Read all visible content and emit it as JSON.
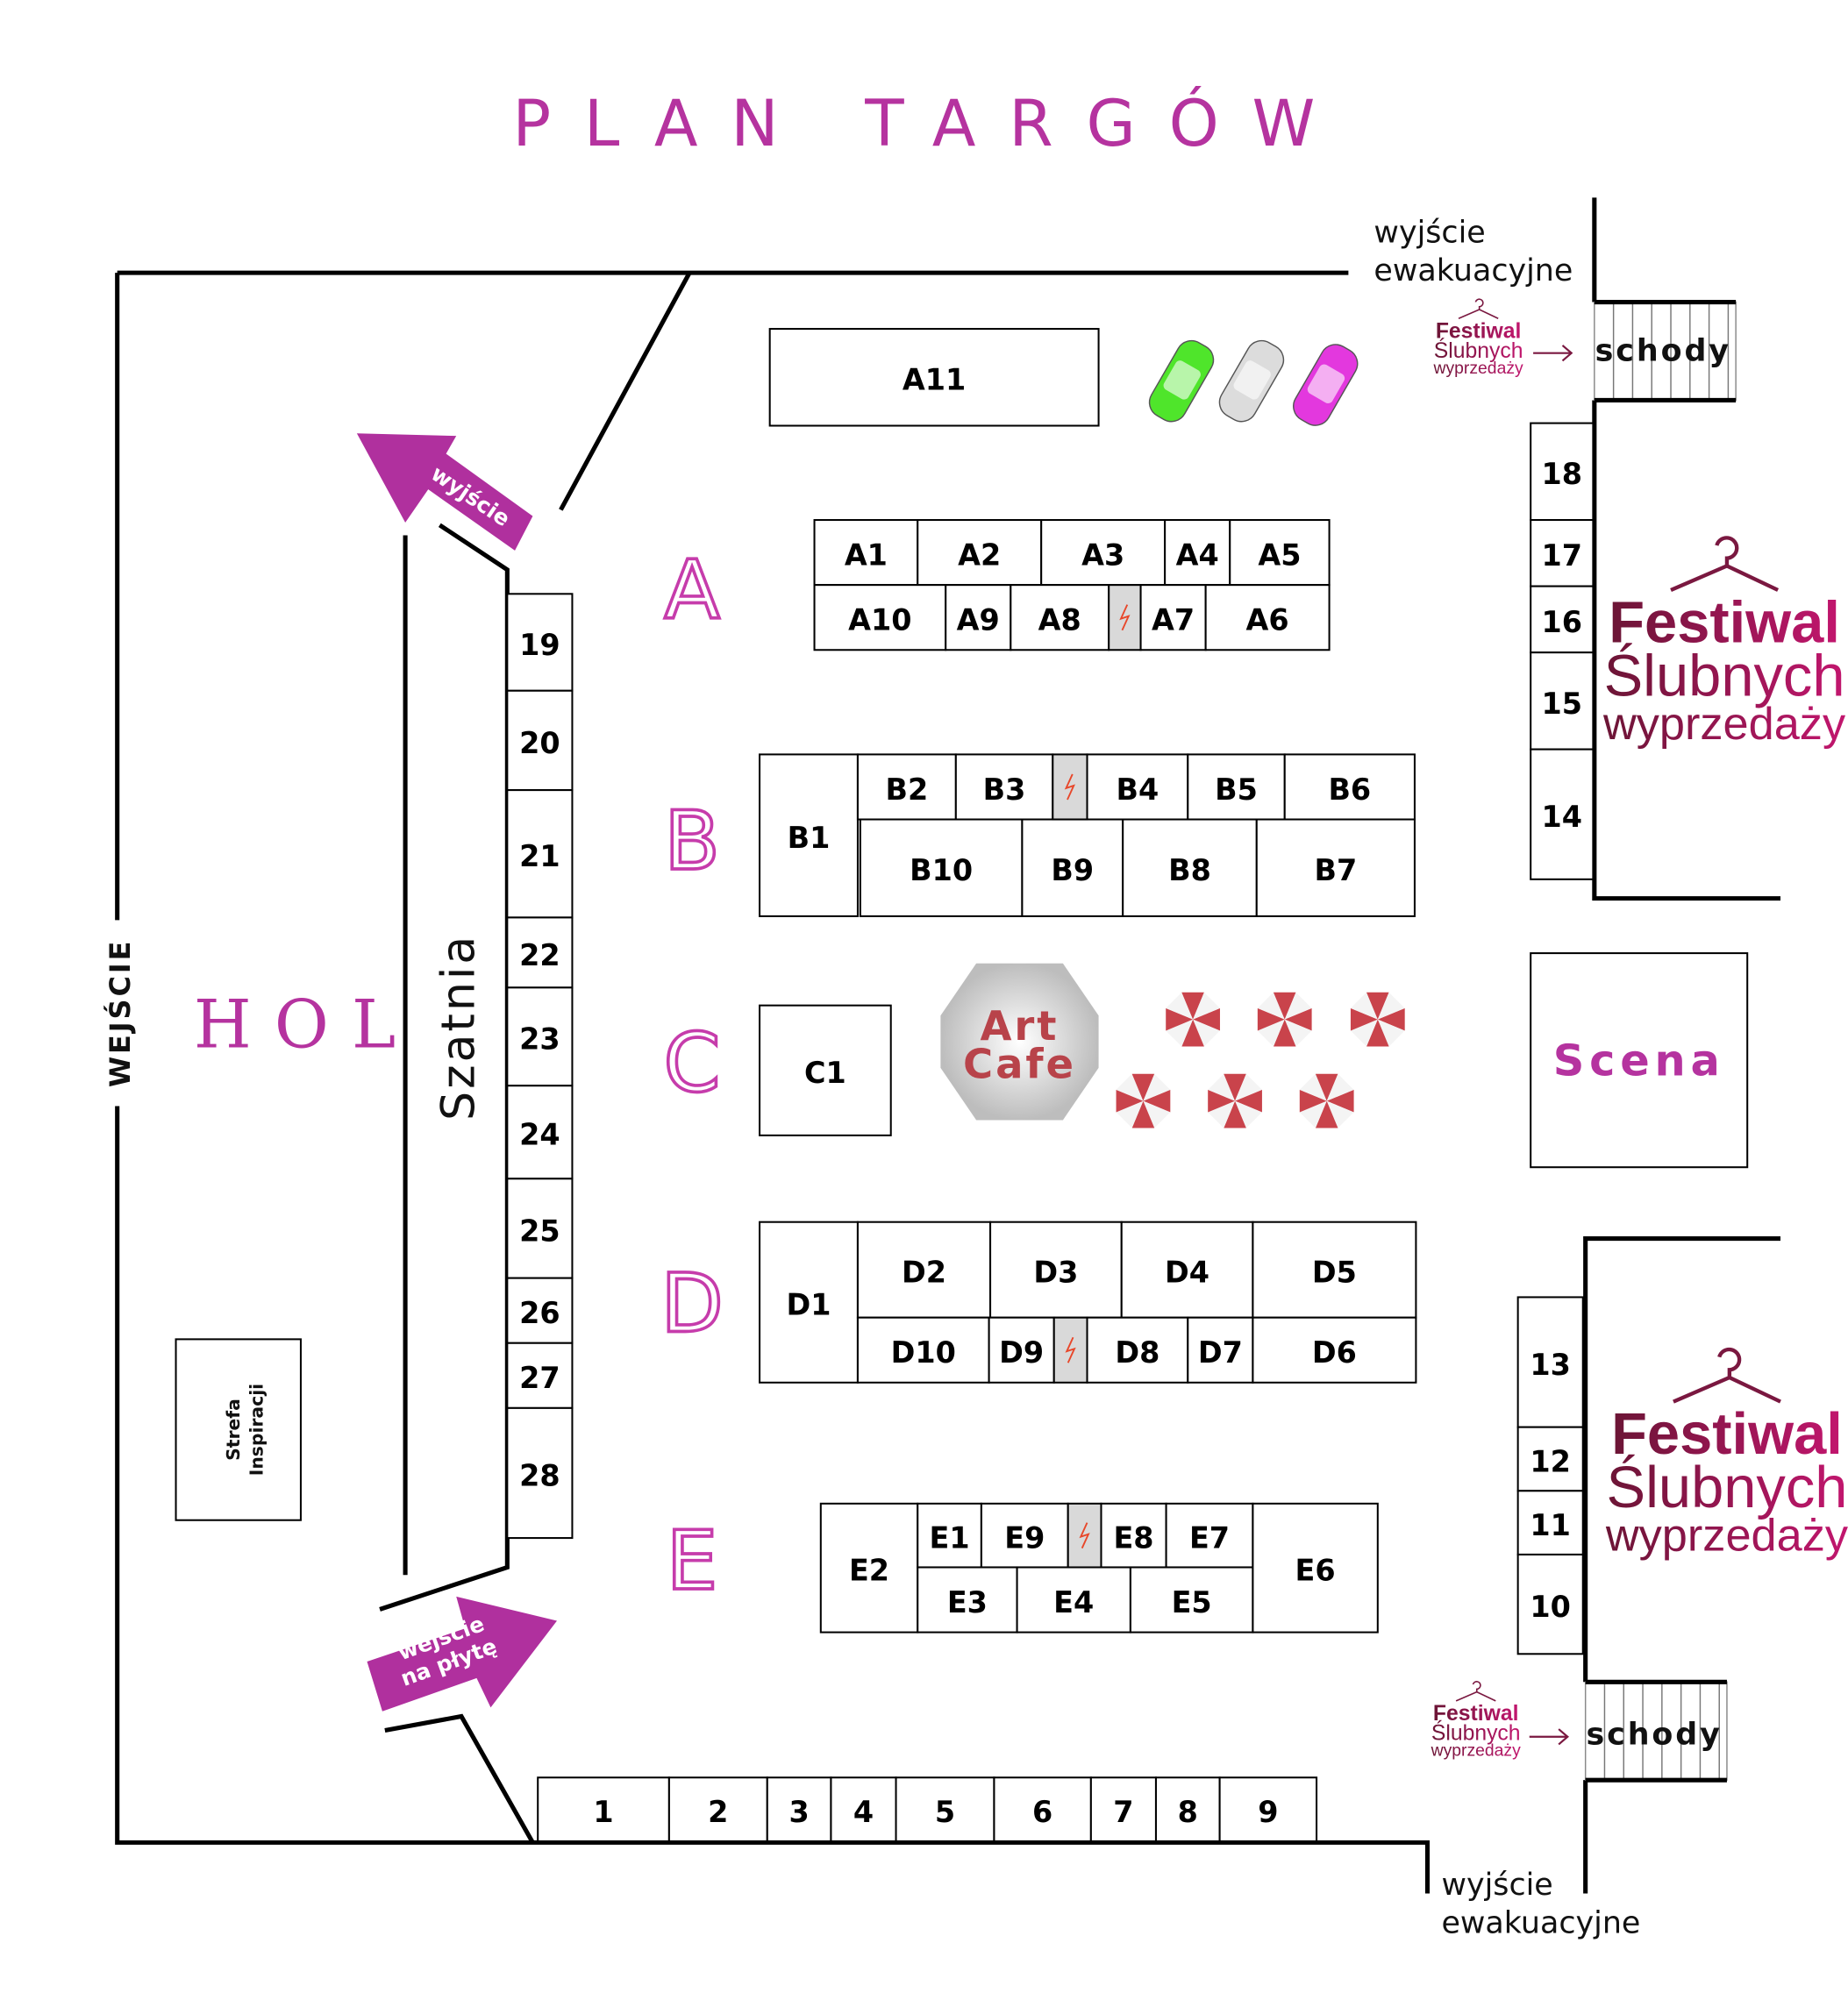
{
  "title": "PLAN TARGÓW",
  "labels": {
    "hol": "HOL",
    "entrance": "WEJŚCIE",
    "cloakroom": "Szatnia",
    "exit_arrow": "wyjście",
    "floor_entry_line1": "wejście",
    "floor_entry_line2": "na płytę",
    "evac_top_1": "wyjście",
    "evac_top_2": "ewakuacyjne",
    "evac_bottom_1": "wyjście",
    "evac_bottom_2": "ewakuacyjne",
    "stairs_top": "schody",
    "stairs_bottom": "schody",
    "stage": "Scena",
    "inspiration_1": "Strefa",
    "inspiration_2": "Inspiracji",
    "cafe_1": "Art",
    "cafe_2": "Cafe"
  },
  "row_letters": [
    "A",
    "B",
    "C",
    "D",
    "E"
  ],
  "logo": {
    "line1": "Festiwal",
    "line2": "Ślubnych",
    "line3": "wyprzedaży"
  },
  "stands": {
    "A": [
      "A11",
      "A1",
      "A2",
      "A3",
      "A4",
      "A5",
      "A10",
      "A9",
      "A8",
      "A7",
      "A6"
    ],
    "B": [
      "B1",
      "B2",
      "B3",
      "B4",
      "B5",
      "B6",
      "B10",
      "B9",
      "B8",
      "B7"
    ],
    "C": [
      "C1"
    ],
    "D": [
      "D1",
      "D2",
      "D3",
      "D4",
      "D5",
      "D10",
      "D9",
      "D8",
      "D7",
      "D6"
    ],
    "E": [
      "E2",
      "E1",
      "E9",
      "E8",
      "E7",
      "E3",
      "E4",
      "E5",
      "E6"
    ],
    "left": [
      "19",
      "20",
      "21",
      "22",
      "23",
      "24",
      "25",
      "26",
      "27",
      "28"
    ],
    "bottom": [
      "1",
      "2",
      "3",
      "4",
      "5",
      "6",
      "7",
      "8",
      "9"
    ],
    "right_top": [
      "18",
      "17",
      "16",
      "15",
      "14"
    ],
    "right_bottom": [
      "13",
      "12",
      "11",
      "10"
    ]
  },
  "colors": {
    "accent": "#b5339f",
    "logo_dark": "#6b1535",
    "logo_light": "#c2166e",
    "umbrella": "#c9434b"
  }
}
